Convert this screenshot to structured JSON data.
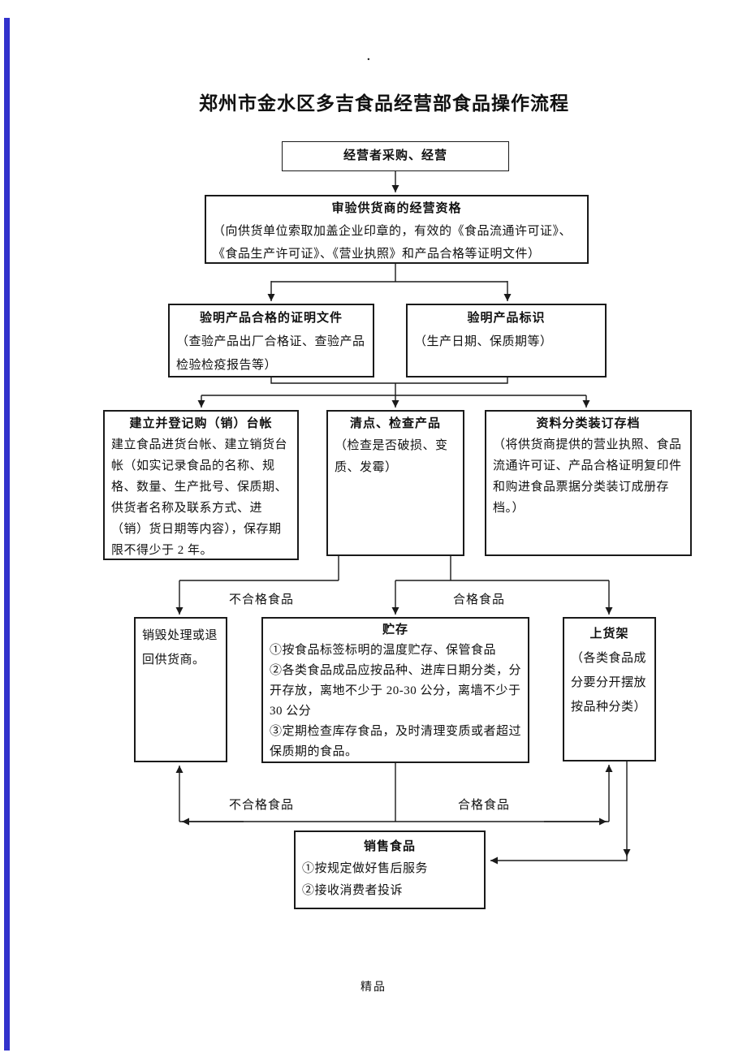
{
  "page": {
    "title": "郑州市金水区多吉食品经营部食品操作流程",
    "stray_dot": ".",
    "footer": "精品",
    "edge_bar_color": "#3232cc",
    "line_color": "#1a1a1a"
  },
  "flowchart": {
    "boxes": {
      "purchase": {
        "title": "经营者采购、经营"
      },
      "verify_supplier": {
        "title": "审验供货商的经营资格",
        "body": "（向供货单位索取加盖企业印章的，有效的《食品流通许可证》、《食品生产许可证》、《营业执照》和产品合格等证明文件）"
      },
      "verify_cert": {
        "title": "验明产品合格的证明文件",
        "body": "（查验产品出厂合格证、查验产品检验检疫报告等）"
      },
      "verify_label": {
        "title": "验明产品标识",
        "body": "（生产日期、保质期等）"
      },
      "ledger": {
        "title": "建立并登记购（销）台帐",
        "body": "建立食品进货台帐、建立销货台帐（如实记录食品的名称、规格、数量、生产批号、保质期、供货者名称及联系方式、进（销）货日期等内容），保存期限不得少于 2 年。"
      },
      "inspect": {
        "title": "清点、检查产品",
        "body": "（检查是否破损、变质、发霉）"
      },
      "archive": {
        "title": "资料分类装订存档",
        "body": "（将供货商提供的营业执照、食品流通许可证、产品合格证明复印件和购进食品票据分类装订成册存档。）"
      },
      "destroy": {
        "body": "销毁处理或退回供货商。"
      },
      "storage": {
        "title": "贮存",
        "lines": [
          "①按食品标签标明的温度贮存、保管食品",
          "②各类食品成品应按品种、进库日期分类，分开存放，离地不少于 20-30 公分，离墙不少于 30 公分",
          "③定期检查库存食品，及时清理变质或者超过保质期的食品。"
        ]
      },
      "shelf": {
        "title": "上货架",
        "body": "（各类食品成分要分开摆放按品种分类）"
      },
      "sell": {
        "title": "销售食品",
        "lines": [
          "①按规定做好售后服务",
          "②接收消费者投诉"
        ]
      }
    },
    "labels": {
      "unqualified": "不合格食品",
      "qualified": "合格食品"
    }
  }
}
